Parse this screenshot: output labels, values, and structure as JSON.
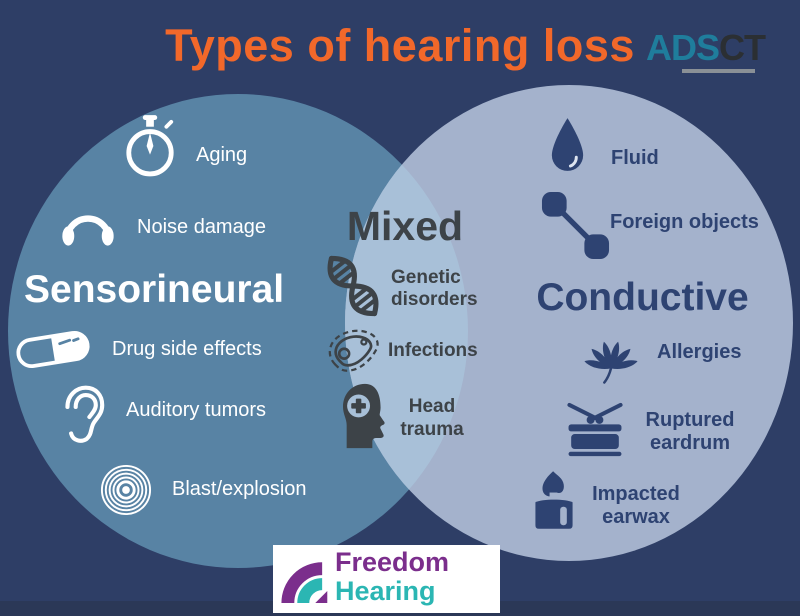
{
  "title": "Types of hearing loss",
  "brand_logo": {
    "part1": "ADS",
    "part2": "CT"
  },
  "venn": {
    "left": {
      "heading": "Sensorineural",
      "items": [
        {
          "icon": "stopwatch-icon",
          "label": "Aging"
        },
        {
          "icon": "headphones-icon",
          "label": "Noise damage"
        },
        {
          "icon": "pill-icon",
          "label": "Drug side effects"
        },
        {
          "icon": "ear-icon",
          "label": "Auditory tumors"
        },
        {
          "icon": "blast-icon",
          "label": "Blast/explosion"
        }
      ]
    },
    "middle": {
      "heading": "Mixed",
      "items": [
        {
          "icon": "dna-icon",
          "label": "Genetic disorders"
        },
        {
          "icon": "bacteria-icon",
          "label": "Infections"
        },
        {
          "icon": "head-cross-icon",
          "label": "Head trauma"
        }
      ]
    },
    "right": {
      "heading": "Conductive",
      "items": [
        {
          "icon": "droplet-icon",
          "label": "Fluid"
        },
        {
          "icon": "barbell-icon",
          "label": "Foreign objects"
        },
        {
          "icon": "leaf-icon",
          "label": "Allergies"
        },
        {
          "icon": "drum-icon",
          "label": "Ruptured eardrum"
        },
        {
          "icon": "candle-icon",
          "label": "Impacted earwax"
        }
      ]
    }
  },
  "footer_logo": {
    "line1": "Freedom",
    "line2": "Hearing"
  },
  "colors": {
    "background": "#2e3e66",
    "bottom_strip": "#2b3857",
    "title_orange": "#f2682a",
    "left_circle": "#5883a4",
    "right_circle": "#a4b2cc",
    "overlap": "#a8c0d8",
    "left_text": "#ffffff",
    "middle_text": "#3d4348",
    "right_text": "#2e4372",
    "brand_teal": "#1f7d9c",
    "brand_dark": "#2b2f33",
    "freedom_purple": "#7b2e8c",
    "hearing_teal": "#2bb6b3"
  }
}
